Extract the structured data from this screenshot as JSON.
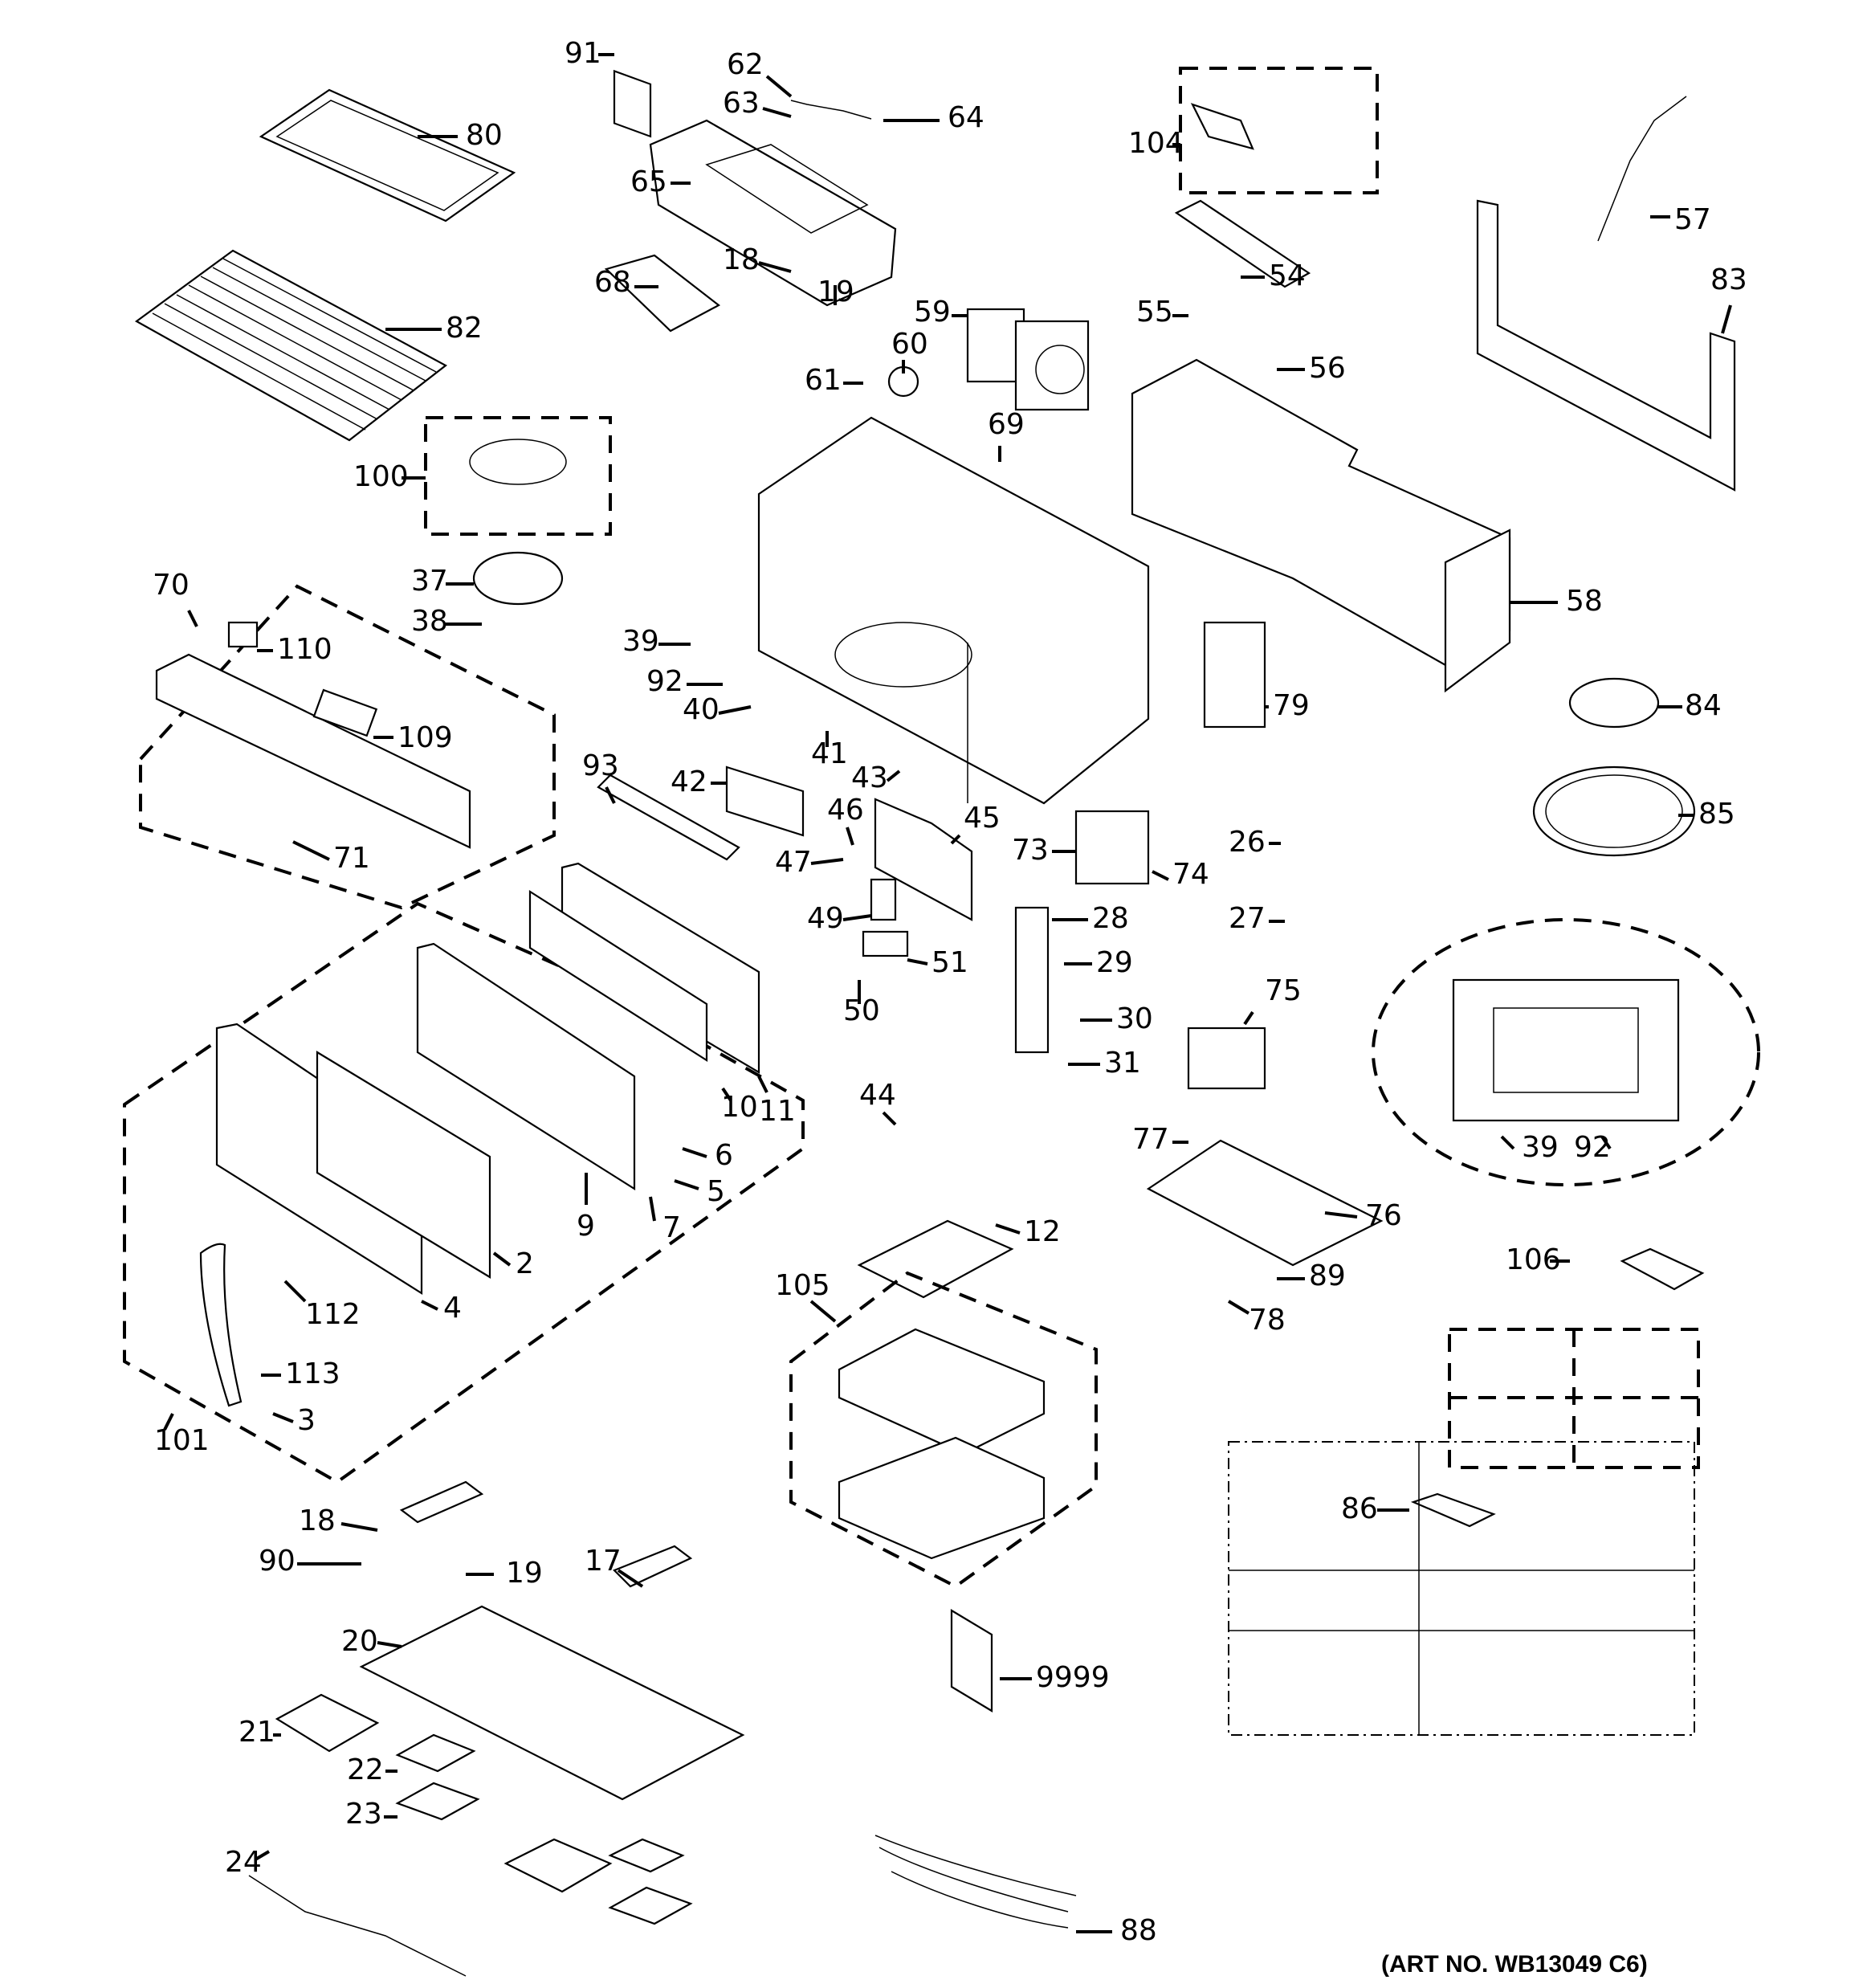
{
  "title": "Microwave oven exploded parts diagram",
  "art_number": "(ART NO. WB13049 C6)",
  "callouts": [
    {
      "id": "80",
      "label": "80"
    },
    {
      "id": "82",
      "label": "82"
    },
    {
      "id": "91",
      "label": "91"
    },
    {
      "id": "62",
      "label": "62"
    },
    {
      "id": "63",
      "label": "63"
    },
    {
      "id": "64",
      "label": "64"
    },
    {
      "id": "65",
      "label": "65"
    },
    {
      "id": "18a",
      "label": "18"
    },
    {
      "id": "19a",
      "label": "19"
    },
    {
      "id": "68",
      "label": "68"
    },
    {
      "id": "59",
      "label": "59"
    },
    {
      "id": "60",
      "label": "60"
    },
    {
      "id": "61",
      "label": "61"
    },
    {
      "id": "104",
      "label": "104"
    },
    {
      "id": "57",
      "label": "57"
    },
    {
      "id": "83",
      "label": "83"
    },
    {
      "id": "54",
      "label": "54"
    },
    {
      "id": "55",
      "label": "55"
    },
    {
      "id": "56",
      "label": "56"
    },
    {
      "id": "58",
      "label": "58"
    },
    {
      "id": "100",
      "label": "100"
    },
    {
      "id": "69",
      "label": "69"
    },
    {
      "id": "37",
      "label": "37"
    },
    {
      "id": "38",
      "label": "38"
    },
    {
      "id": "70",
      "label": "70"
    },
    {
      "id": "110",
      "label": "110"
    },
    {
      "id": "109",
      "label": "109"
    },
    {
      "id": "71",
      "label": "71"
    },
    {
      "id": "39a",
      "label": "39"
    },
    {
      "id": "92a",
      "label": "92"
    },
    {
      "id": "40",
      "label": "40"
    },
    {
      "id": "41",
      "label": "41"
    },
    {
      "id": "43",
      "label": "43"
    },
    {
      "id": "79",
      "label": "79"
    },
    {
      "id": "84",
      "label": "84"
    },
    {
      "id": "85",
      "label": "85"
    },
    {
      "id": "93",
      "label": "93"
    },
    {
      "id": "42",
      "label": "42"
    },
    {
      "id": "46",
      "label": "46"
    },
    {
      "id": "45",
      "label": "45"
    },
    {
      "id": "47",
      "label": "47"
    },
    {
      "id": "73",
      "label": "73"
    },
    {
      "id": "74",
      "label": "74"
    },
    {
      "id": "26",
      "label": "26"
    },
    {
      "id": "27",
      "label": "27"
    },
    {
      "id": "49",
      "label": "49"
    },
    {
      "id": "51",
      "label": "51"
    },
    {
      "id": "50",
      "label": "50"
    },
    {
      "id": "28",
      "label": "28"
    },
    {
      "id": "29",
      "label": "29"
    },
    {
      "id": "30",
      "label": "30"
    },
    {
      "id": "31",
      "label": "31"
    },
    {
      "id": "75",
      "label": "75"
    },
    {
      "id": "39b",
      "label": "39"
    },
    {
      "id": "92b",
      "label": "92"
    },
    {
      "id": "11",
      "label": "11"
    },
    {
      "id": "10",
      "label": "10"
    },
    {
      "id": "6",
      "label": "6"
    },
    {
      "id": "5",
      "label": "5"
    },
    {
      "id": "7",
      "label": "7"
    },
    {
      "id": "9",
      "label": "9"
    },
    {
      "id": "2",
      "label": "2"
    },
    {
      "id": "4",
      "label": "4"
    },
    {
      "id": "112",
      "label": "112"
    },
    {
      "id": "113",
      "label": "113"
    },
    {
      "id": "3",
      "label": "3"
    },
    {
      "id": "101",
      "label": "101"
    },
    {
      "id": "44",
      "label": "44"
    },
    {
      "id": "77",
      "label": "77"
    },
    {
      "id": "76",
      "label": "76"
    },
    {
      "id": "12",
      "label": "12"
    },
    {
      "id": "89",
      "label": "89"
    },
    {
      "id": "78",
      "label": "78"
    },
    {
      "id": "105",
      "label": "105"
    },
    {
      "id": "106",
      "label": "106"
    },
    {
      "id": "86",
      "label": "86"
    },
    {
      "id": "18b",
      "label": "18"
    },
    {
      "id": "90",
      "label": "90"
    },
    {
      "id": "19b",
      "label": "19"
    },
    {
      "id": "17",
      "label": "17"
    },
    {
      "id": "20",
      "label": "20"
    },
    {
      "id": "9999",
      "label": "9999"
    },
    {
      "id": "21",
      "label": "21"
    },
    {
      "id": "22",
      "label": "22"
    },
    {
      "id": "23",
      "label": "23"
    },
    {
      "id": "24",
      "label": "24"
    },
    {
      "id": "88",
      "label": "88"
    }
  ]
}
